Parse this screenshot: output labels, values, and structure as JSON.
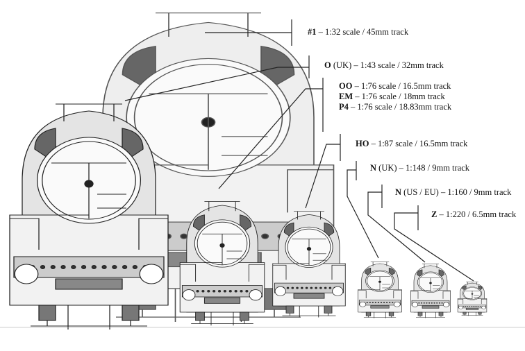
{
  "scales": [
    {
      "id": "g1",
      "code": "#1",
      "rest": " – 1:32 scale / 45mm track",
      "ratio": 32
    },
    {
      "id": "o",
      "code": "O",
      "rest": " (UK) – 1:43 scale / 32mm track",
      "ratio": 43
    },
    {
      "id": "oo",
      "code": "OO",
      "rest": " – 1:76 scale / 16.5mm track",
      "ratio": 76
    },
    {
      "id": "em",
      "code": "EM",
      "rest": " – 1:76 scale / 18mm track",
      "ratio": 76
    },
    {
      "id": "p4",
      "code": "P4",
      "rest": " – 1:76 scale / 18.83mm track",
      "ratio": 76
    },
    {
      "id": "ho",
      "code": "HO",
      "rest": " – 1:87 scale / 16.5mm track",
      "ratio": 87
    },
    {
      "id": "nuk",
      "code": "N",
      "rest": " (UK) – 1:148 / 9mm track",
      "ratio": 148
    },
    {
      "id": "nus",
      "code": "N",
      "rest": " (US  / EU) – 1:160 / 9mm track",
      "ratio": 160
    },
    {
      "id": "z",
      "code": "Z",
      "rest": " – 1:220 / 6.5mm track",
      "ratio": 220
    }
  ]
}
